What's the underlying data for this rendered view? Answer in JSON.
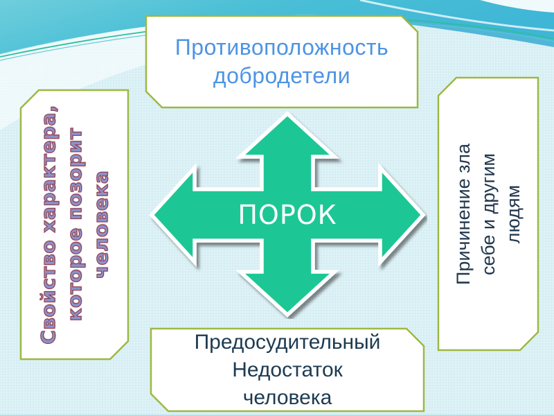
{
  "callouts": {
    "top": {
      "lines": [
        "Противоположность",
        "добродетели"
      ]
    },
    "left": {
      "lines": [
        "Свойство характера,",
        "которое позорит",
        "человека"
      ]
    },
    "right": {
      "lines": [
        "Причинение зла",
        "себе и другим",
        "людям"
      ]
    },
    "bottom": {
      "lines": [
        "Предосудительный",
        "Недостаток",
        "человека"
      ]
    }
  },
  "arrow": {
    "label": "ПОРОК"
  },
  "colors": {
    "background": "#D7EFF4",
    "arrow_green": "#1EC795",
    "callout_border": "#9DB843",
    "callout_fill": "#FFFFFF",
    "title_text": "#4D94E4",
    "dark_text": "#1D3A50",
    "right_text": "#22374D",
    "left_text_fill": "#8A92CC",
    "left_text_outline": "#93404F",
    "header_teal": "#4ABFD6"
  }
}
